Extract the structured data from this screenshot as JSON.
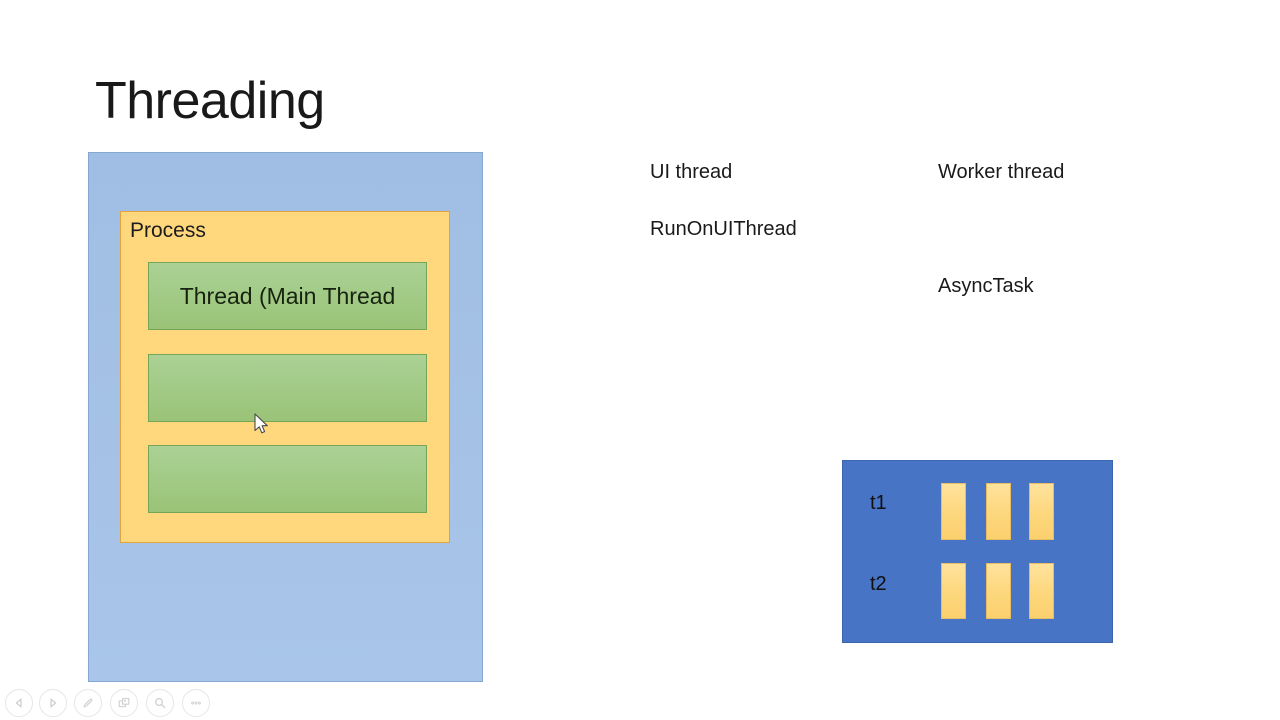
{
  "slide": {
    "title": "Threading",
    "process_diagram": {
      "label": "Process",
      "threads": [
        "Thread (Main Thread",
        "",
        ""
      ]
    },
    "labels": {
      "ui_thread": "UI thread",
      "worker_thread": "Worker thread",
      "run_on_ui_thread": "RunOnUIThread",
      "async_task": "AsyncTask"
    },
    "timeline": {
      "rows": [
        {
          "label": "t1",
          "bars": 3
        },
        {
          "label": "t2",
          "bars": 3
        }
      ]
    },
    "colors": {
      "container_fill": "#a5c2e6",
      "process_fill": "#ffd87e",
      "process_border": "#e2a33d",
      "thread_fill": "#a3cb88",
      "thread_border": "#76a558",
      "timeline_fill": "#4874c6",
      "bar_fill": "#fdd77d",
      "text": "#1a1a1a"
    }
  },
  "presenter_controls": {
    "buttons": [
      {
        "name": "previous-slide",
        "icon": "left-triangle-icon"
      },
      {
        "name": "next-slide",
        "icon": "right-triangle-icon"
      },
      {
        "name": "pen-tools",
        "icon": "pen-icon"
      },
      {
        "name": "see-all-slides",
        "icon": "slides-grid-icon"
      },
      {
        "name": "zoom-slide",
        "icon": "magnifier-icon"
      },
      {
        "name": "more-options",
        "icon": "ellipsis-icon"
      }
    ]
  }
}
